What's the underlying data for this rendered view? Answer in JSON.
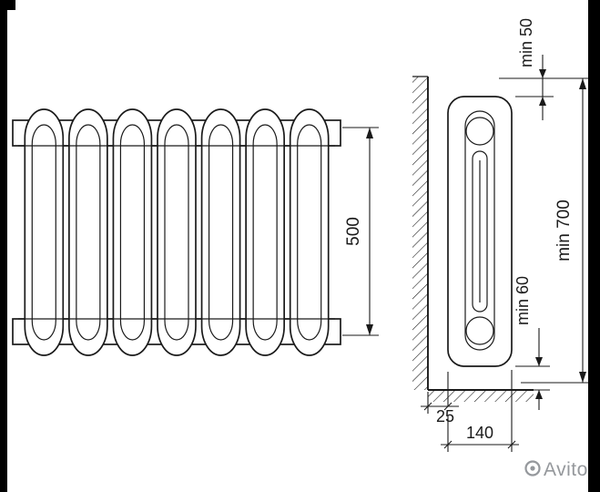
{
  "meta": {
    "background": "#ffffff",
    "line_color": "#1a1a1a",
    "watermark_color": "#95989c"
  },
  "front_view": {
    "sections": 7,
    "height_dimension": "500"
  },
  "side_view": {
    "top_clearance": "min 50",
    "total_height": "min 700",
    "bottom_clearance": "min 60",
    "wall_gap": "25",
    "depth": "140"
  },
  "watermark": {
    "label": "Avito"
  }
}
